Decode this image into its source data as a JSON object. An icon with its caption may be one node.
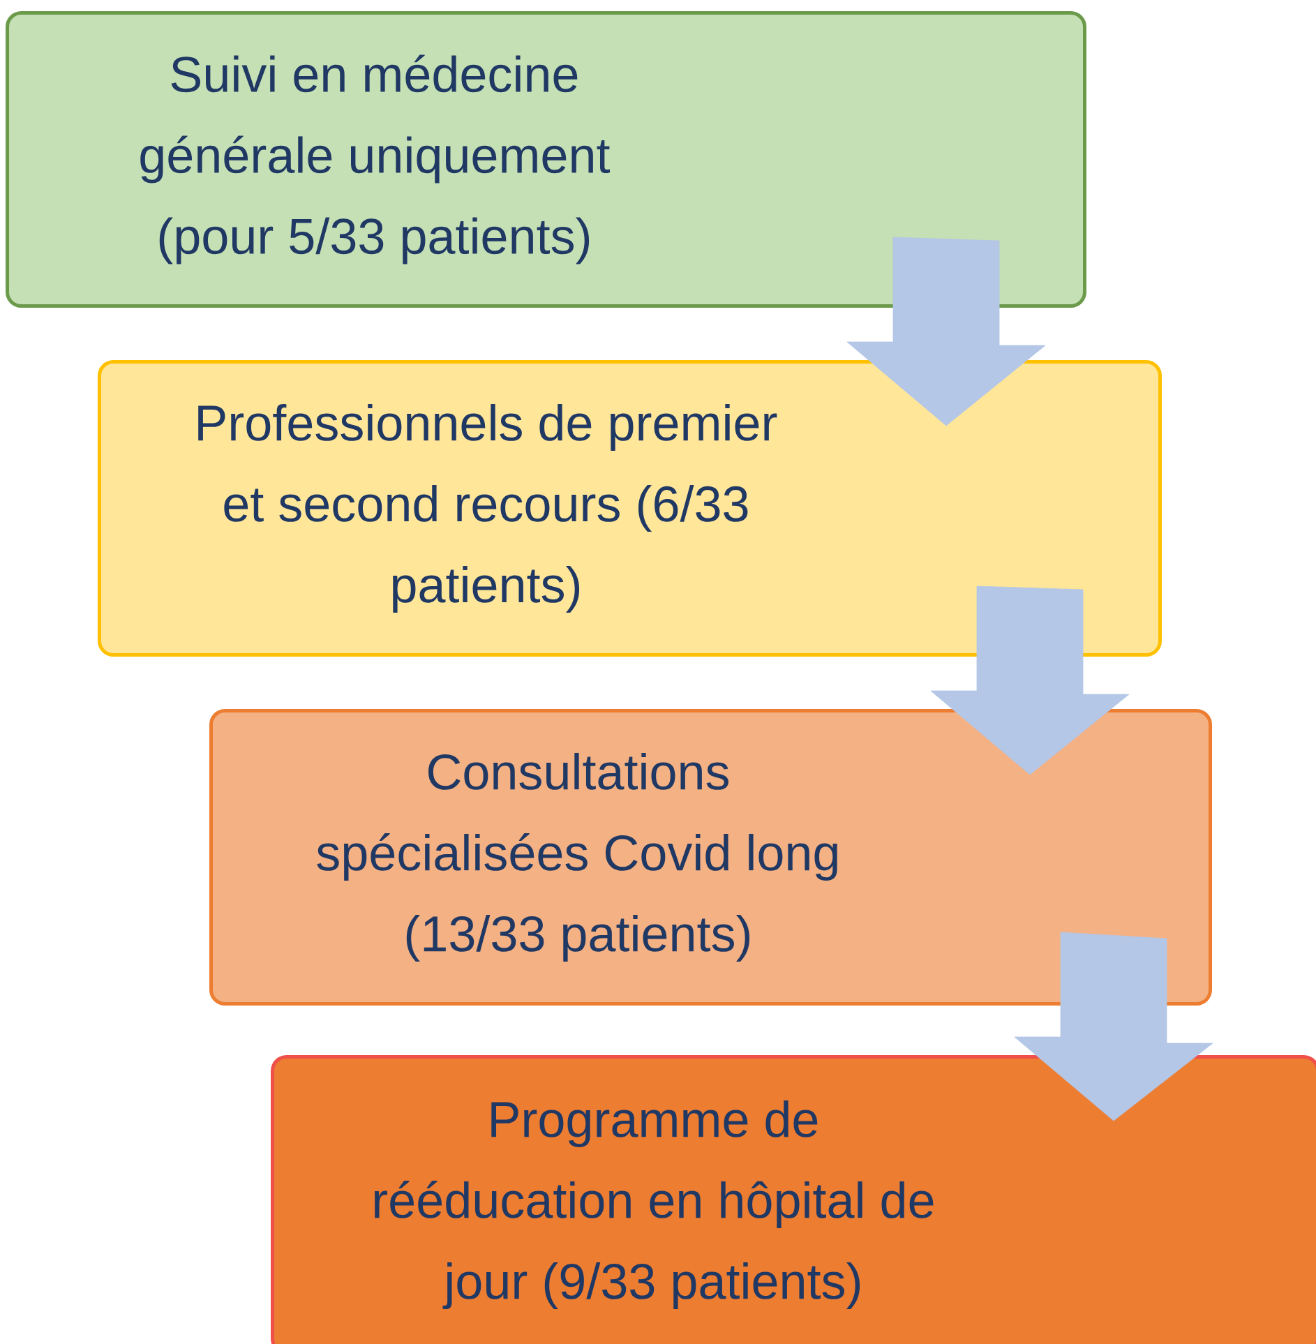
{
  "diagram": {
    "nodes": [
      {
        "text": [
          "Suivi en médecine générale uniquement (pour 5/33 patients)"
        ]
      },
      {
        "text": [
          "Professionnels de premier et second recours (6/33 patients)"
        ]
      },
      {
        "text": [
          "Consultations spécialisées Covid long (13/33 patients)"
        ]
      },
      {
        "text": [
          "Programme de rééducation en hôpital de jour (9/33 patients)"
        ]
      }
    ],
    "edges": [
      {
        "from": 0,
        "to": 1,
        "arrow": "to"
      },
      {
        "from": 1,
        "to": 2,
        "arrow": "to"
      },
      {
        "from": 2,
        "to": 3,
        "arrow": "to"
      }
    ]
  }
}
